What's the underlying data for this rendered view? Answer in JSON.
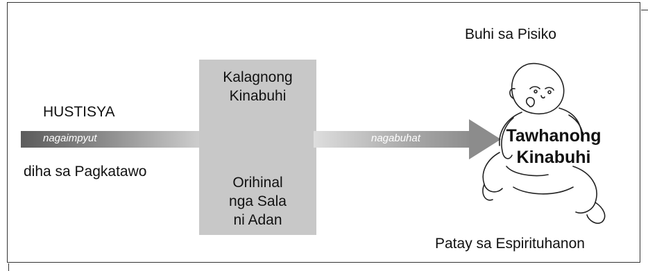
{
  "left": {
    "title": "HUSTISYA",
    "arrow_label": "nagaimpyut",
    "subtitle": "diha sa Pagkatawo"
  },
  "center": {
    "top_line1": "Kalagnong",
    "top_line2": "Kinabuhi",
    "bottom_line1": "Orihinal",
    "bottom_line2": "nga Sala",
    "bottom_line3": "ni Adan"
  },
  "right": {
    "arrow_label": "nagabuhat",
    "top_text": "Buhi sa Pisiko",
    "bold_line1": "Tawhanong",
    "bold_line2": "Kinabuhi",
    "bottom_text": "Patay sa Espirituhanon"
  },
  "icons": {
    "baby": "baby-illustration"
  }
}
